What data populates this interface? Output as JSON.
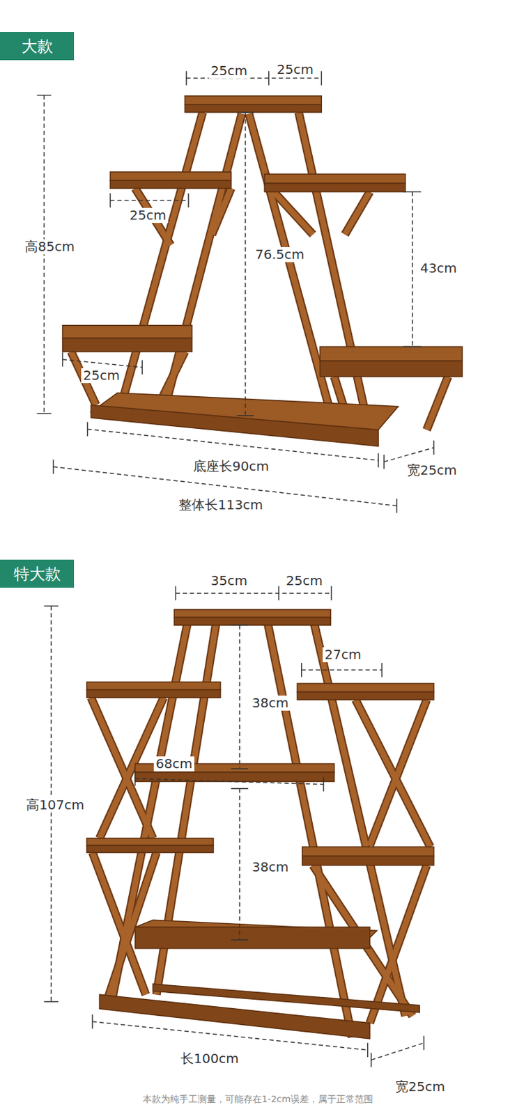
{
  "diagram": {
    "nodes": [
      {
        "text": [
          "大款"
        ]
      },
      {
        "text": [
          "特大款"
        ]
      }
    ],
    "labels": [
      "25cm",
      "25cm",
      "高85cm",
      "25cm",
      "76.5cm",
      "43cm",
      "25cm",
      "底座长90cm",
      "宽25cm",
      "整体长113cm",
      "35cm",
      "25cm",
      "27cm",
      "38cm",
      "高107cm",
      "68cm",
      "38cm",
      "长100cm",
      "宽25cm",
      "本款为纯手工测量，可能存在1-2cm误差，属于正常范围"
    ]
  }
}
